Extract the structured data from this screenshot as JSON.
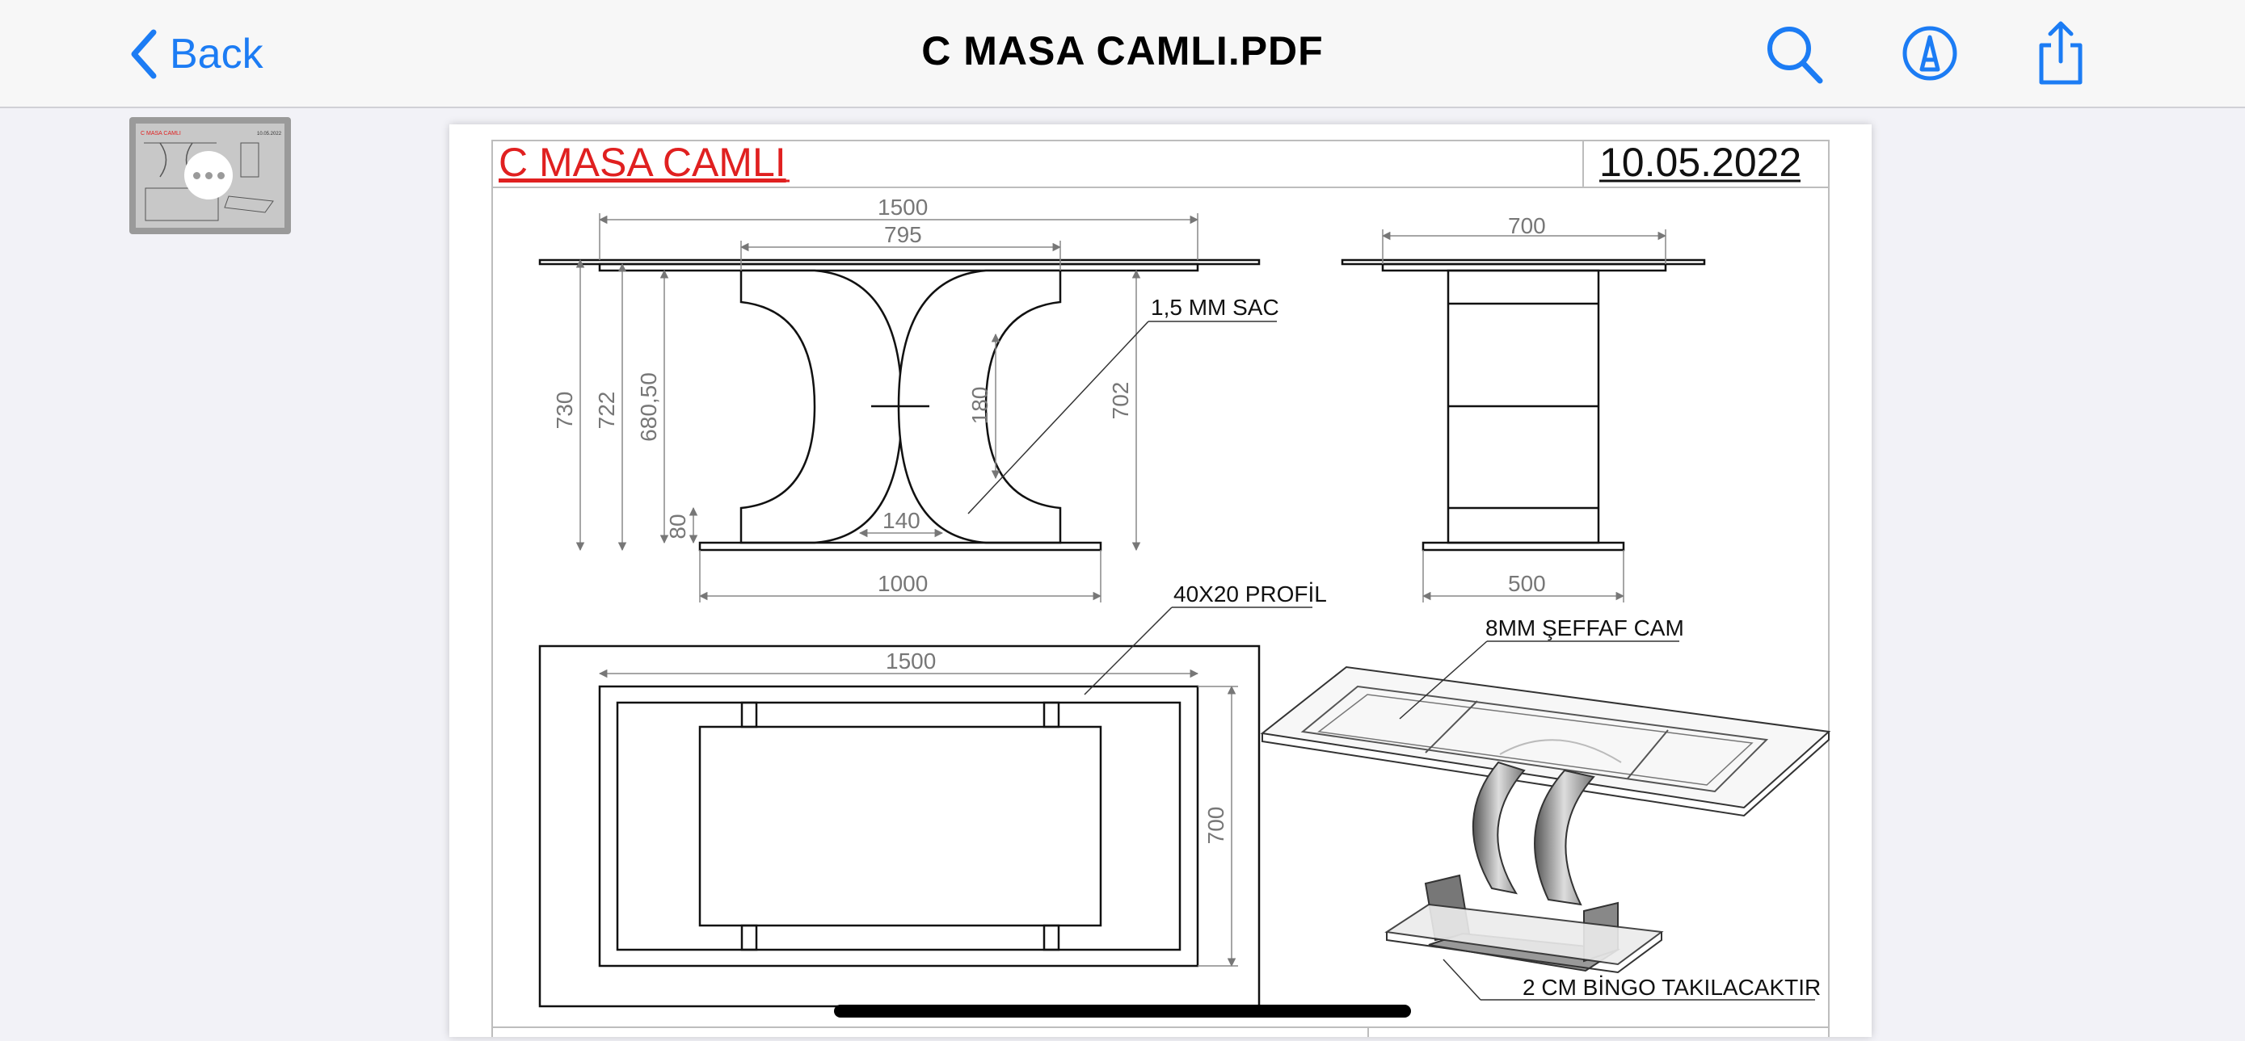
{
  "nav": {
    "back_label": "Back",
    "title": "C MASA CAMLI.PDF"
  },
  "drawing": {
    "title": "C MASA CAMLI",
    "date": "10.05.2022",
    "dims": {
      "top_1500": "1500",
      "top_795": "795",
      "side_700": "700",
      "h_730": "730",
      "h_722": "722",
      "h_68050": "680,50",
      "h_80": "80",
      "h_180": "180",
      "h_140": "140",
      "h_702": "702",
      "base_1000": "1000",
      "side_500": "500",
      "plan_1500": "1500",
      "plan_700": "700"
    },
    "notes": {
      "sac": "1,5 MM SAC",
      "profil": "40X20 PROFİL",
      "cam": "8MM ŞEFFAF CAM",
      "bingo": "2 CM BİNGO TAKILACAKTIR"
    }
  },
  "thumbnail": {
    "title": "C MASA CAMLI",
    "date": "10.05.2022"
  },
  "colors": {
    "accent": "#1c7cf4",
    "drawing_red": "#e02020"
  }
}
